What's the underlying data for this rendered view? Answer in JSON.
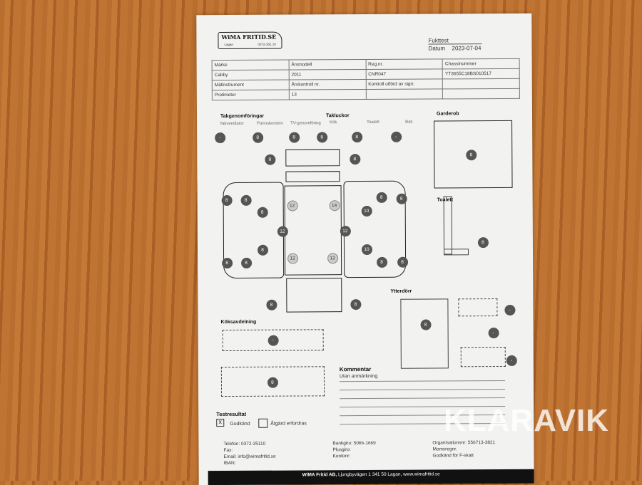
{
  "logo": {
    "name": "WiMA FRITID.SE",
    "town": "Lagan",
    "phone": "0372-351 10"
  },
  "header": {
    "title": "Fukttest",
    "date_label": "Datum",
    "date": "2023-07-04"
  },
  "info_table": [
    [
      "Märke",
      "Årsmodell",
      "Reg.nr.",
      "Chassinummer"
    ],
    [
      "Cabby",
      "2011",
      "CNR047",
      "YT3655C18BS010517"
    ],
    [
      "Mätinstrument",
      "Årskontroll nr.",
      "Kontroll utförd av sign:",
      ""
    ],
    [
      "Protimeter",
      "13",
      "",
      ""
    ]
  ],
  "sections": {
    "takgenom": "Takgenomföringar",
    "takluckor": "Takluckor",
    "garderob": "Garderob",
    "toalett": "Toalett",
    "ytterdorr": "Ytterdörr",
    "koks": "Köksavdelning"
  },
  "sub": {
    "takventilator": "Takventilator",
    "pannskorsten": "Pannskorsten",
    "tv": "TV-genomföring",
    "kok": "Kök",
    "toalett": "Toalett",
    "bak": "Bak"
  },
  "markers": [
    "-",
    "8",
    "8",
    "8",
    "8",
    "-",
    "8",
    "8",
    "8",
    "8",
    "8",
    "12",
    "14",
    "8",
    "8",
    "10",
    "12",
    "12",
    "8",
    "10",
    "8",
    "8",
    "12",
    "12",
    "8",
    "8",
    "8",
    "8",
    "8",
    "8",
    "8",
    "-",
    "-",
    "-",
    "-",
    "8"
  ],
  "comment": {
    "title": "Kommentar",
    "text": "Utan anmärkning"
  },
  "result": {
    "title": "Testresultat",
    "approved_mark": "X",
    "approved": "Godkänd",
    "action": "Åtgärd erfordras"
  },
  "contact": {
    "c1": [
      "Telefon: 0372-35110",
      "Fax:",
      "Email: info@wimafritid.se",
      "IBAN:"
    ],
    "c2": [
      "Bankgiro: 5066-1669",
      "Plusgiro:",
      "Kontonr:"
    ],
    "c3": [
      "Organisationsnr: 556713-3821",
      "Momsregnr.",
      "Godkänd för F-skatt"
    ]
  },
  "footer": {
    "company": "WiMA Fritid AB,",
    "address": "Ljungbyvägen 1 341 50 Lagan, www.wimafritid.se"
  },
  "watermark": "KLARAVIK"
}
